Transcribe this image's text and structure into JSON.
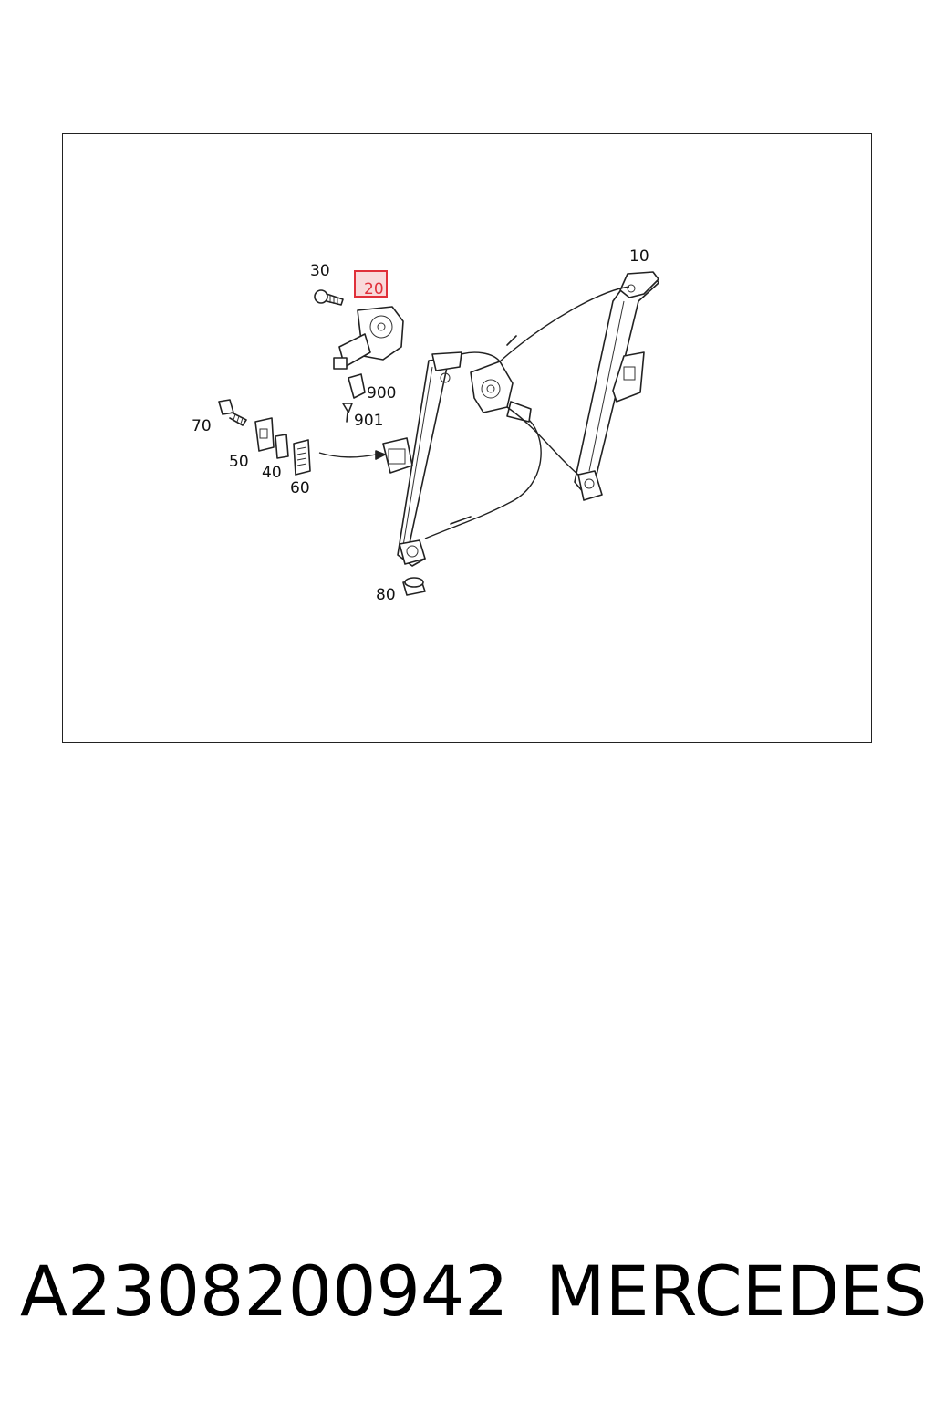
{
  "diagram": {
    "callouts": {
      "c10": "10",
      "c20": "20",
      "c30": "30",
      "c40": "40",
      "c50": "50",
      "c60": "60",
      "c70": "70",
      "c80": "80",
      "c900": "900",
      "c901": "901"
    },
    "highlight_color": "#e0303a",
    "highlighted_callout": "20"
  },
  "footer": {
    "part_number": "A2308200942",
    "brand": "MERCEDES"
  }
}
